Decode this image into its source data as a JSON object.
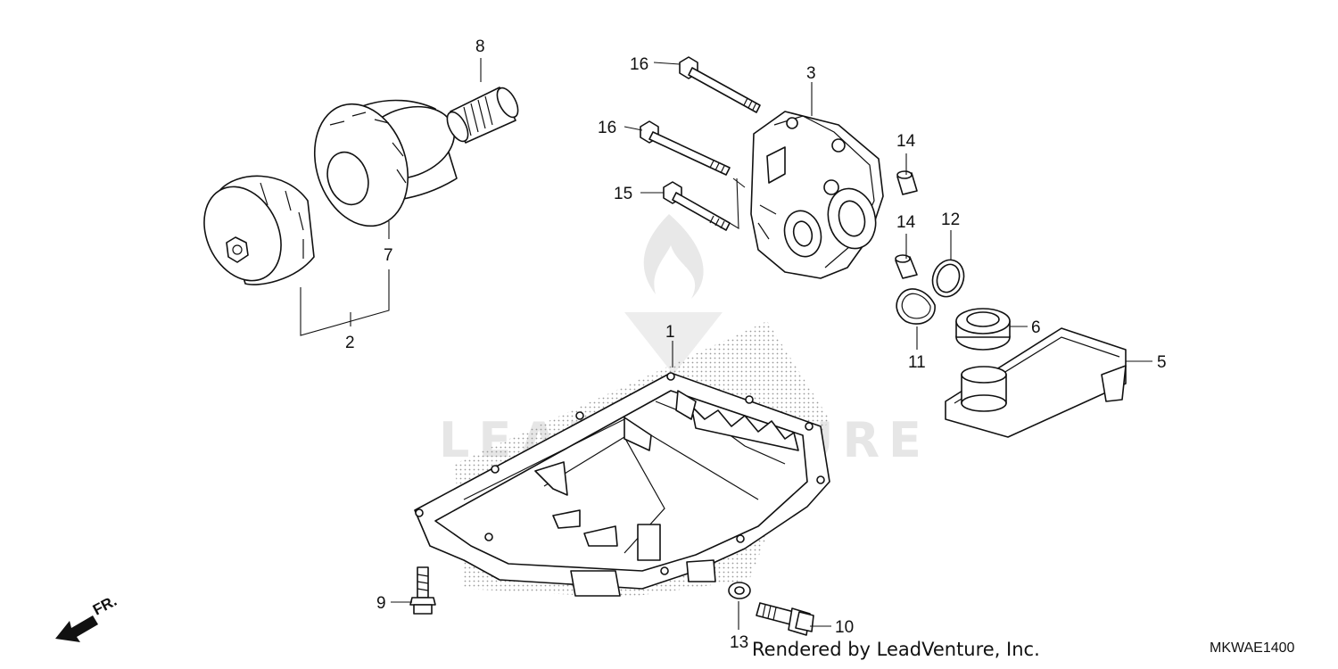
{
  "diagram": {
    "callouts": {
      "p1": "1",
      "p2": "2",
      "p3": "3",
      "p5": "5",
      "p6": "6",
      "p7": "7",
      "p8": "8",
      "p9": "9",
      "p10": "10",
      "p11": "11",
      "p12": "12",
      "p13": "13",
      "p14a": "14",
      "p14b": "14",
      "p15": "15",
      "p16a": "16",
      "p16b": "16"
    },
    "watermark": "LEADVENTURE",
    "front_marker": "FR."
  },
  "footer": {
    "credit": "Rendered by LeadVenture, Inc.",
    "code": "MKWAE1400"
  }
}
